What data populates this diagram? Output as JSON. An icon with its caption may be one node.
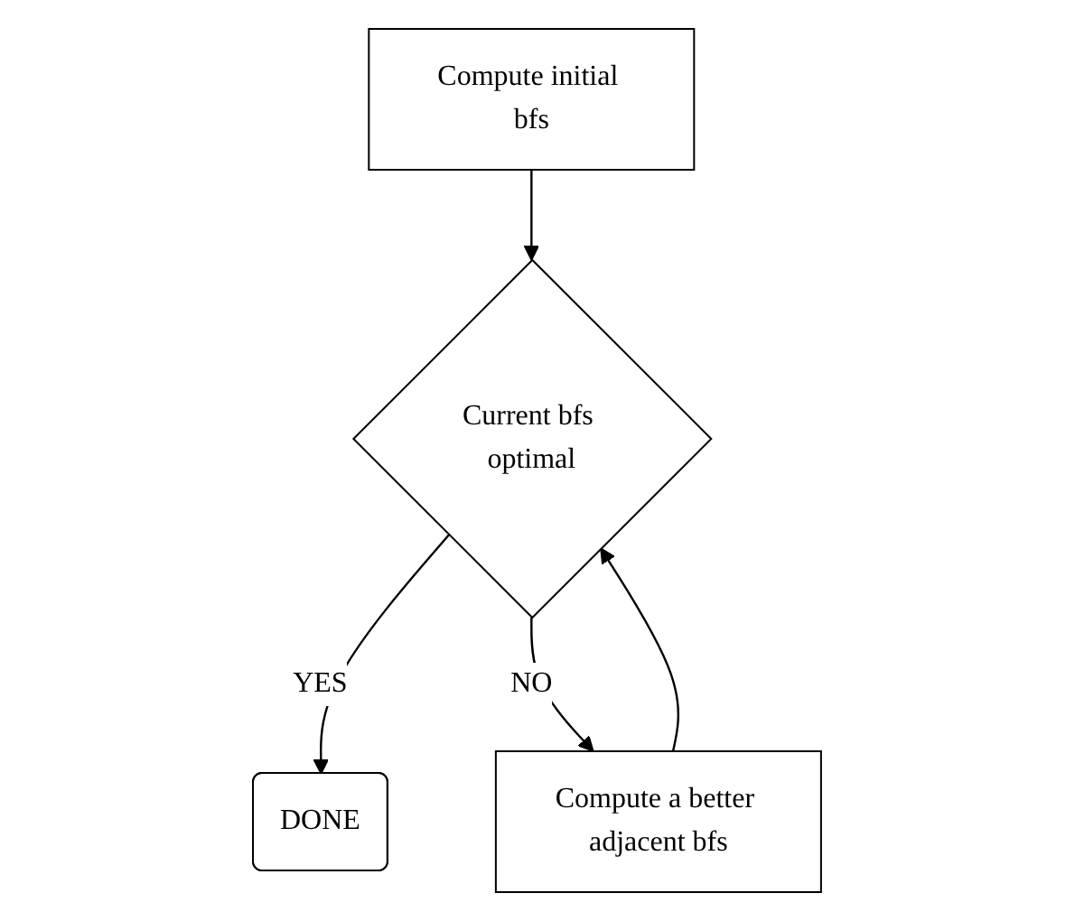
{
  "diagram": {
    "nodes": [
      {
        "text": [
          "Compute initial bfs"
        ]
      },
      {
        "text": [
          "Current bfs optimal"
        ]
      },
      {
        "text": [
          "DONE"
        ]
      },
      {
        "text": [
          "Compute a better adjacent bfs"
        ]
      }
    ],
    "edges": [
      {
        "from": 0,
        "to": 1,
        "arrow": "to"
      },
      {
        "from": 1,
        "to": 2,
        "arrow": "to",
        "label": "YES"
      },
      {
        "from": 1,
        "to": 3,
        "arrow": "to",
        "label": "NO"
      },
      {
        "from": 3,
        "to": 1,
        "arrow": "to"
      }
    ]
  }
}
